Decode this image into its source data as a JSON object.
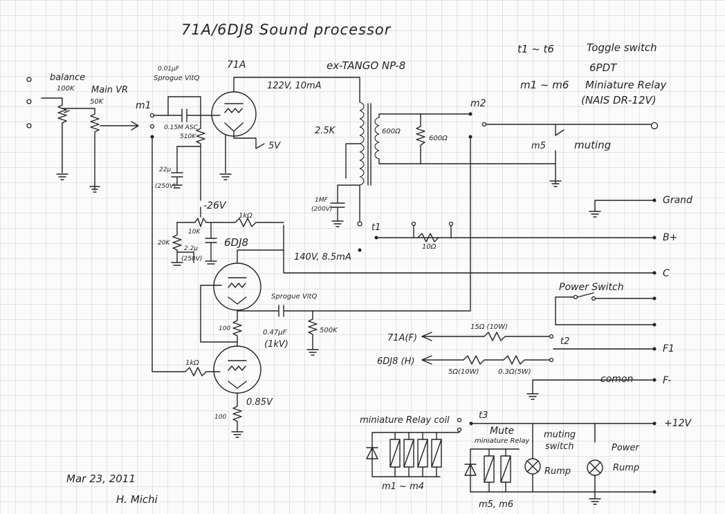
{
  "title": "71A/6DJ8 Sound processor",
  "legend": {
    "line1_key": "t1 ~ t6",
    "line1_val": "Toggle switch",
    "line2_val": "6PDT",
    "line3_key": "m1 ~ m6",
    "line3_val": "Miniature Relay",
    "line4_val": "(NAIS DR-12V)"
  },
  "labels": {
    "balance": "balance",
    "balance_val": "100K",
    "main_vr": "Main VR",
    "main_vr_val": "50K",
    "m1": "m1",
    "m2": "m2",
    "m5": "m5",
    "muting": "muting",
    "cap_top_val": "0.01μF",
    "cap_top_type": "Sprogue VitQ",
    "r_grid_asc": "0.15M ASC",
    "r_grid_val": "510K",
    "tube_71a": "71A",
    "v_71a": "122V, 10mA",
    "xfmr": "ex-TANGO NP-8",
    "ind_25k": "2.5K",
    "r600_a": "600Ω",
    "r600_b": "600Ω",
    "v5": "5V",
    "c22_a": "22μ",
    "c22_a_v": "(250V)",
    "cap_1mf": "1MF",
    "cap_1mf_v": "(200V)",
    "neg26": "-26V",
    "r10k": "10K",
    "r1k_a": "1kΩ",
    "r20k": "20K",
    "c22_b": "2.2μ",
    "c22_b_v": "(250V)",
    "tube_6dj8": "6DJ8",
    "v_6dj8": "140V, 8.5mA",
    "t1": "t1",
    "r10ohm": "10Ω",
    "grand": "Grand",
    "bplus": "B+",
    "c_label": "C",
    "power_switch": "Power Switch",
    "cap_mid_type": "Sprogue VitQ",
    "cap_mid_val": "0.47μF",
    "cap_mid_v": "(1kV)",
    "r500k": "500K",
    "r100_a": "100",
    "r100_b": "100",
    "r1k_b": "1kΩ",
    "v085": "0.85V",
    "h71a": "71A(F)",
    "r15": "15Ω (10W)",
    "t2": "t2",
    "f1": "F1",
    "h6dj8": "6DJ8 (H)",
    "r5": "5Ω(10W)",
    "r03": "0.3Ω(5W)",
    "comon": "comon",
    "fminus": "F-",
    "relay_coil": "miniature Relay coil",
    "t3": "t3",
    "v12": "+12V",
    "mute": "Mute",
    "mute_relay": "miniature Relay",
    "muting_switch_a": "muting",
    "muting_switch_b": "switch",
    "rump_a": "Rump",
    "power_a": "Power",
    "power_b": "Rump",
    "m1m4": "m1 ~ m4",
    "m5m6": "m5, m6",
    "date": "Mar 23, 2011",
    "author": "H. Michi"
  }
}
